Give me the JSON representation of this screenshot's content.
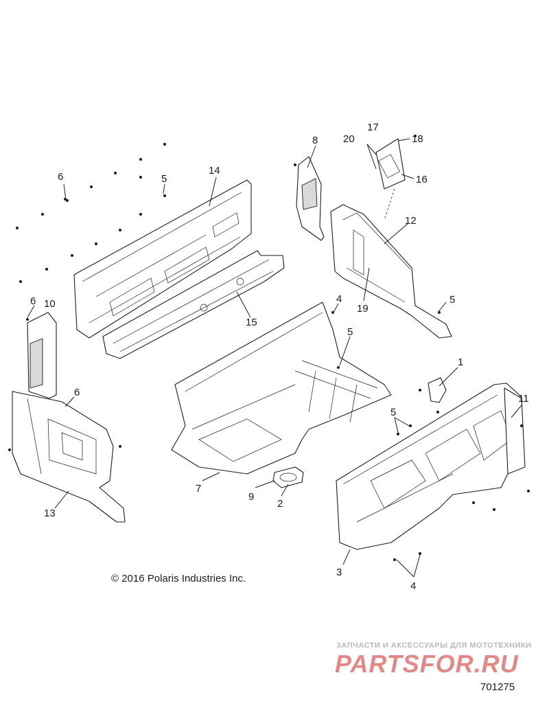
{
  "callouts": {
    "c1": "1",
    "c2": "2",
    "c3": "3",
    "c4a": "4",
    "c4b": "4",
    "c5a": "5",
    "c5b": "5",
    "c5c": "5",
    "c5d": "5",
    "c6a": "6",
    "c6b": "6",
    "c6c": "6",
    "c7": "7",
    "c8": "8",
    "c9": "9",
    "c10": "10",
    "c11": "11",
    "c12": "12",
    "c13": "13",
    "c14": "14",
    "c15": "15",
    "c16": "16",
    "c17": "17",
    "c18": "18",
    "c19": "19",
    "c20": "20"
  },
  "copyright": "© 2016 Polaris Industries Inc.",
  "watermark": {
    "tagline": "ЗАПЧАСТИ И АКСЕССУАРЫ ДЛЯ МОТОТЕХНИКИ",
    "logo": "PARTSFOR.RU"
  },
  "diagram_id": "701275",
  "colors": {
    "line": "#1a1a1a",
    "watermark_logo": "#c82828",
    "watermark_text": "#b8b8b8"
  }
}
